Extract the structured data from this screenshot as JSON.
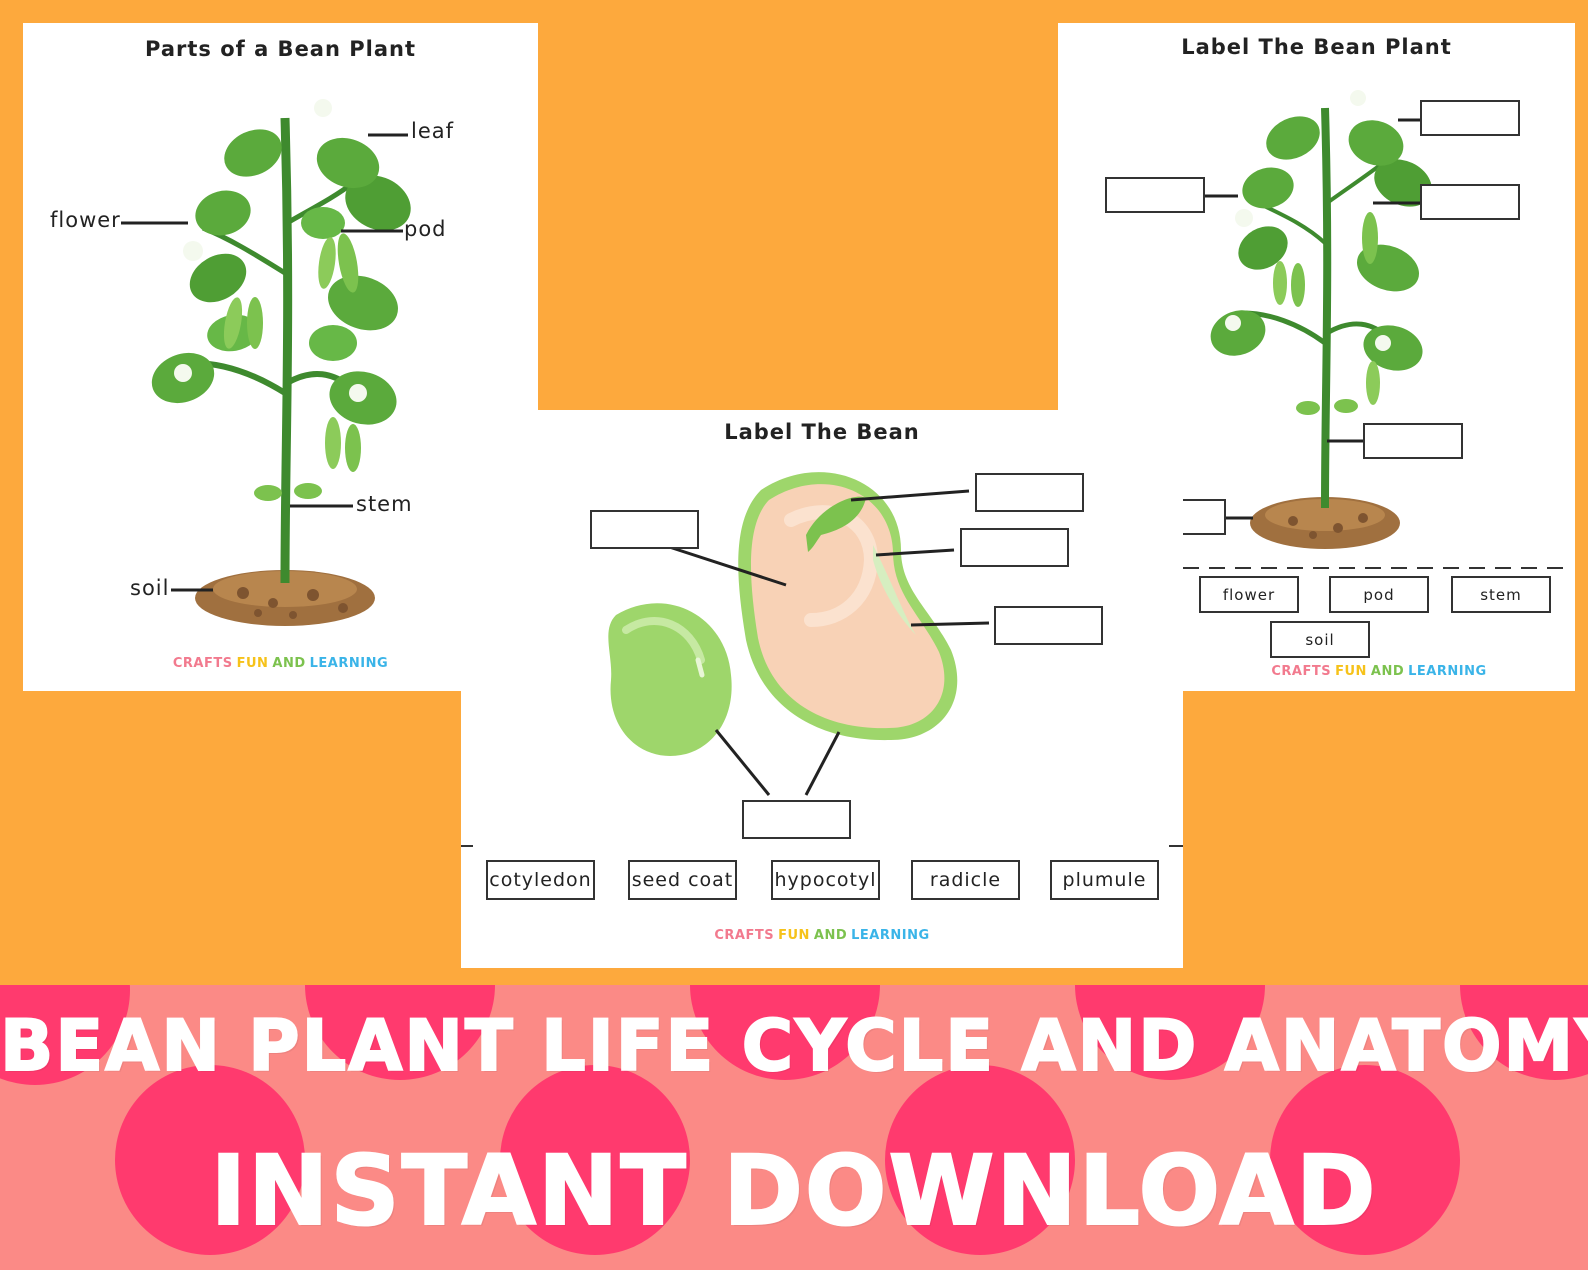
{
  "colors": {
    "background": "#FDA93D",
    "banner": "#FB8A86",
    "banner_dots": "#FF3A6E",
    "leaf": "#5BAA3C",
    "soil": "#A0703F",
    "bean_outer": "#9ED66B",
    "bean_inner": "#F8D2B6"
  },
  "sheet_left": {
    "title": "Parts of a Bean Plant",
    "labels": {
      "leaf": "leaf",
      "flower": "flower",
      "pod": "pod",
      "stem": "stem",
      "soil": "soil"
    },
    "brand": [
      "CRAFTS",
      "FUN",
      "AND",
      "LEARNING"
    ]
  },
  "sheet_mid": {
    "title": "Label The Bean",
    "word_bank": [
      "cotyledon",
      "seed coat",
      "hypocotyl",
      "radicle",
      "plumule"
    ],
    "brand": [
      "CRAFTS",
      "FUN",
      "AND",
      "LEARNING"
    ]
  },
  "sheet_right": {
    "title": "Label The Bean Plant",
    "word_bank": [
      "flower",
      "pod",
      "stem",
      "soil"
    ],
    "brand": [
      "CRAFTS",
      "FUN",
      "AND",
      "LEARNING"
    ]
  },
  "banner": {
    "line1": "BEAN PLANT LIFE CYCLE AND ANATOMY SET",
    "line2": "INSTANT DOWNLOAD"
  }
}
